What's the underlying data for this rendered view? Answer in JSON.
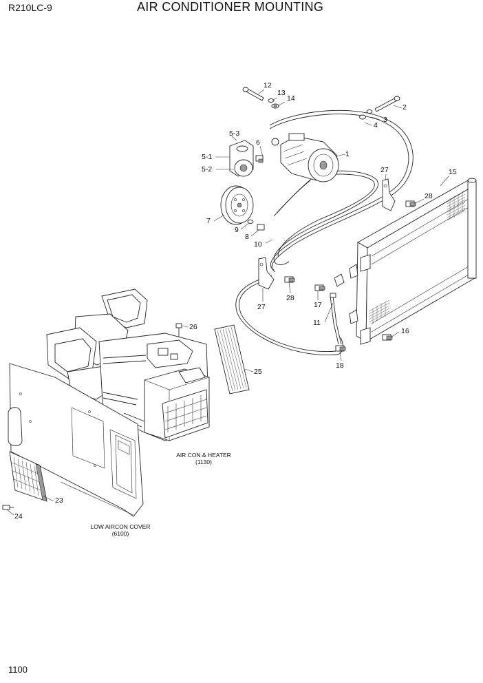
{
  "header": {
    "model": "R210LC-9",
    "title": "AIR CONDITIONER MOUNTING"
  },
  "footer": {
    "page_number": "1100"
  },
  "notes": {
    "aircon_line1": "AIR CON & HEATER",
    "aircon_line2": "(1130)",
    "cover_line1": "LOW AIRCON COVER",
    "cover_line2": "(6100)"
  },
  "callouts": {
    "c1": "1",
    "c2": "2",
    "c3": "3",
    "c4": "4",
    "c5_1": "5-1",
    "c5_2": "5-2",
    "c5_3": "5-3",
    "c6": "6",
    "c7": "7",
    "c8": "8",
    "c9": "9",
    "c10": "10",
    "c11": "11",
    "c12": "12",
    "c13": "13",
    "c14": "14",
    "c15": "15",
    "c16": "16",
    "c17": "17",
    "c18": "18",
    "c23": "23",
    "c24": "24",
    "c25": "25",
    "c26": "26",
    "c27a": "27",
    "c27b": "27",
    "c28a": "28",
    "c28b": "28"
  }
}
